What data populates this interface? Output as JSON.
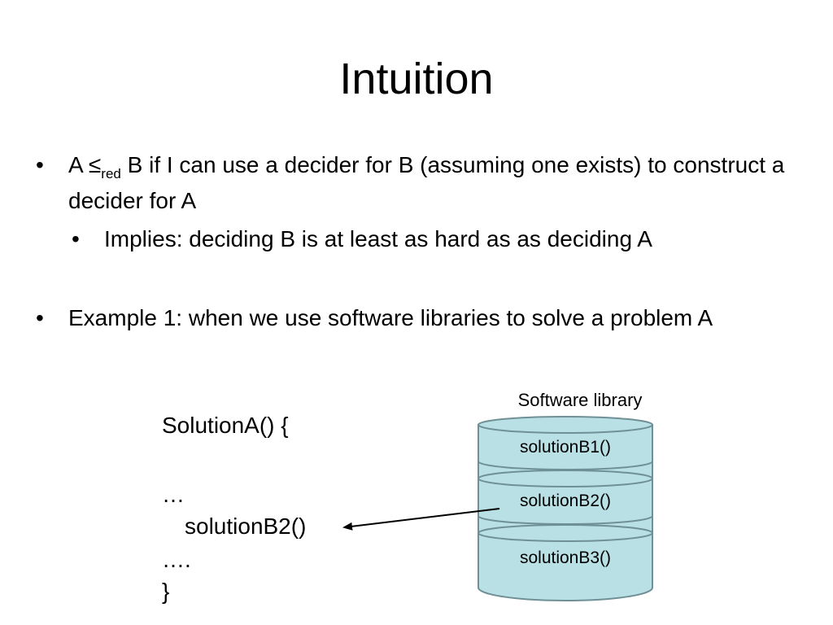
{
  "slide": {
    "title": "Intuition",
    "bullets": [
      {
        "pre": "A ≤",
        "sub": "red",
        "post": " B if I can use a decider for B (assuming one exists) to construct a decider for A"
      },
      {
        "text": "Implies: deciding B is at least as hard as as deciding A"
      },
      {
        "text": "Example 1: when we use software libraries to solve a problem A"
      }
    ]
  },
  "code": {
    "line1": "SolutionA() {",
    "line2": "…",
    "line3": "solutionB2()",
    "line4": "….",
    "line5": "}"
  },
  "library": {
    "label": "Software library",
    "cells": [
      "solutionB1()",
      "solutionB2()",
      "solutionB3()"
    ],
    "fill_color": "#b9e0e4",
    "stroke_color": "#6f9096"
  }
}
